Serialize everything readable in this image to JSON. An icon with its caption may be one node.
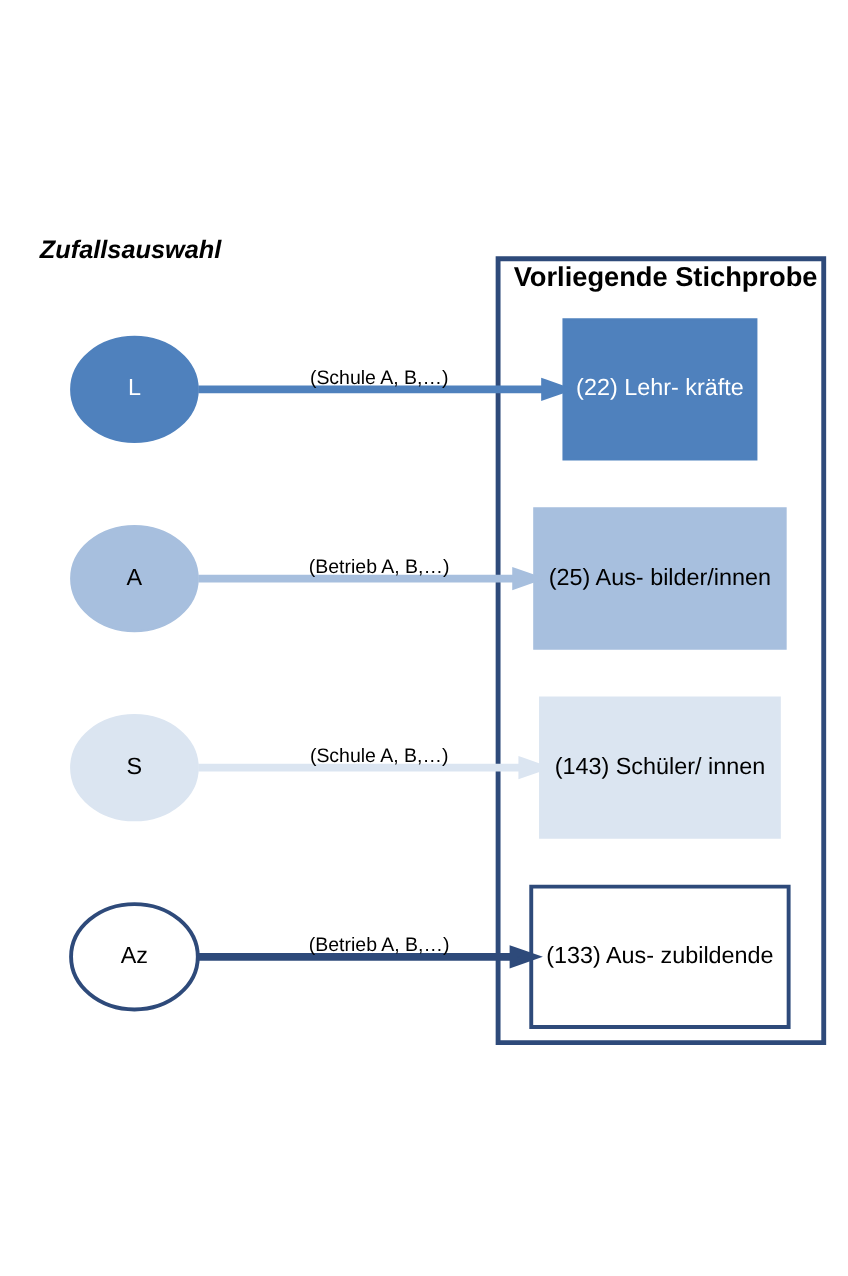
{
  "diagram": {
    "nodes": [
      {
        "text": [
          "Vorliegende Stichprobe"
        ]
      },
      {
        "text": [
          "L"
        ]
      },
      {
        "text": [
          "(22) Lehr- kräfte"
        ],
        "in": 0
      },
      {
        "text": [
          "A"
        ]
      },
      {
        "text": [
          "(25) Aus- bilder/innen"
        ],
        "in": 0
      },
      {
        "text": [
          "S"
        ]
      },
      {
        "text": [
          "(143) Schüler/ innen"
        ],
        "in": 0
      },
      {
        "text": [
          "Az"
        ]
      },
      {
        "text": [
          "(133) Aus- zubildende"
        ],
        "in": 0
      }
    ],
    "edges": [
      {
        "from": 1,
        "to": 2,
        "arrow": "to",
        "label": "(Schule A, B,…)",
        "color": "#4f81bd"
      },
      {
        "from": 3,
        "to": 4,
        "arrow": "to",
        "label": "(Betrieb A, B,…)",
        "color": "#a7bfde"
      },
      {
        "from": 5,
        "to": 6,
        "arrow": "to",
        "label": "(Schule A, B,…)",
        "color": "#dbe5f1"
      },
      {
        "from": 7,
        "to": 8,
        "arrow": "to",
        "label": "(Betrieb A, B,…)",
        "color": "#2e4a7a"
      }
    ],
    "labels": [
      "Zufallsauswahl"
    ]
  }
}
